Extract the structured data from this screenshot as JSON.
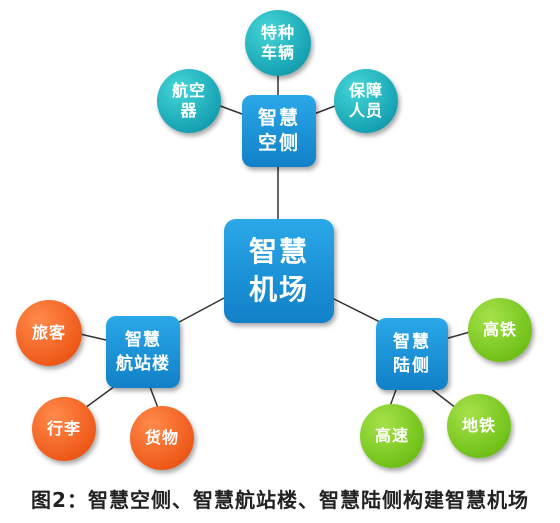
{
  "center": {
    "label": "智慧\n机场"
  },
  "hubs": {
    "airside": {
      "label": "智慧\n空侧"
    },
    "terminal": {
      "label": "智慧\n航站楼"
    },
    "landside": {
      "label": "智慧\n陆侧"
    }
  },
  "nodes": {
    "special_vehicles": "特种\n车辆",
    "aircraft": "航空\n器",
    "support_staff": "保障\n人员",
    "passengers": "旅客",
    "baggage": "行李",
    "cargo": "货物",
    "high_speed_rail": "高铁",
    "metro": "地铁",
    "expressway": "高速"
  },
  "colors": {
    "hub_blue": "#1a90d8",
    "airside_teal": "#17a3b3",
    "terminal_orange": "#ef5a1a",
    "landside_green": "#72c21a",
    "connector": "#333333"
  },
  "caption": "图2：智慧空侧、智慧航站楼、智慧陆侧构建智慧机场"
}
